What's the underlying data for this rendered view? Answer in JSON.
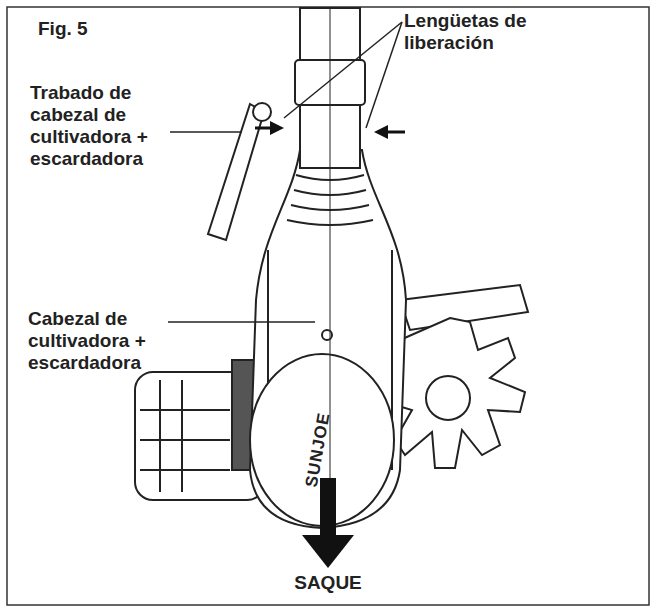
{
  "diagram": {
    "title": "Fig. 5",
    "labels": [
      "Lengüetas de liberación",
      "Trabado de cabezal de cultivadora + escardadora",
      "Cabezal de cultivadora + escardadora",
      "SUNJOE",
      "SAQUE"
    ]
  }
}
